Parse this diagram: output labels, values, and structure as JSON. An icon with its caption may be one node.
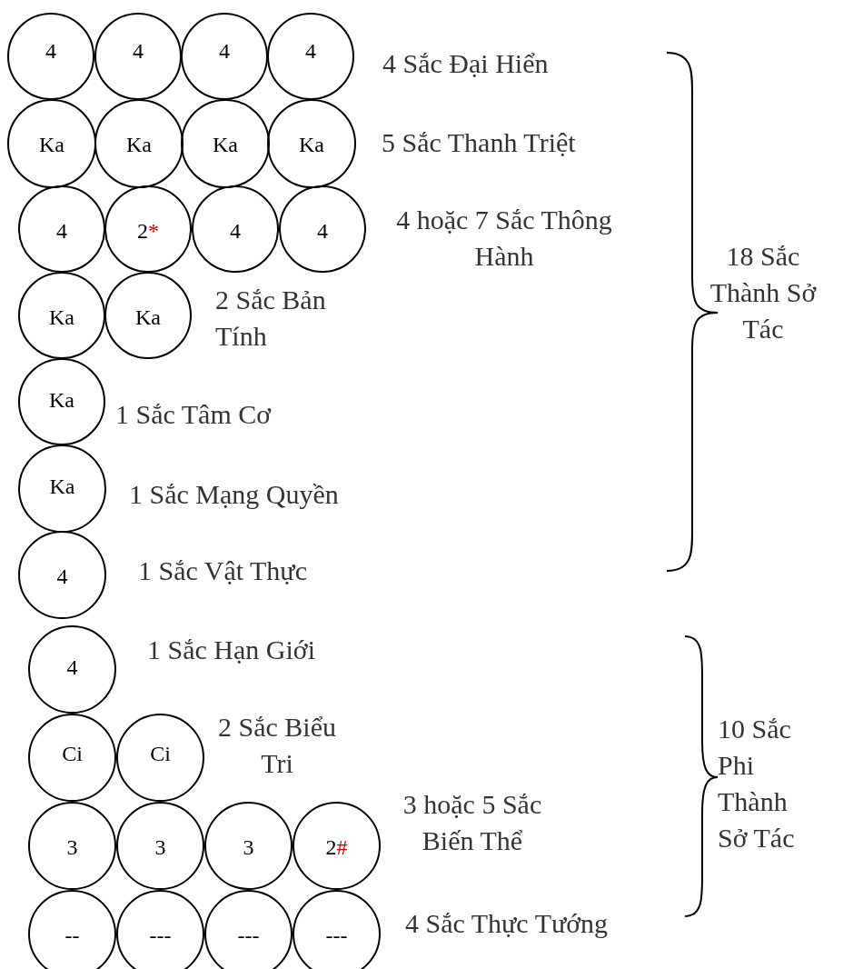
{
  "diagram": {
    "nodes": [
      {
        "text": [
          "4"
        ]
      },
      {
        "text": [
          "4"
        ]
      },
      {
        "text": [
          "4"
        ]
      },
      {
        "text": [
          "4"
        ]
      },
      {
        "text": [
          "Ka"
        ]
      },
      {
        "text": [
          "Ka"
        ]
      },
      {
        "text": [
          "Ka"
        ]
      },
      {
        "text": [
          "Ka"
        ]
      },
      {
        "text": [
          "4"
        ]
      },
      {
        "text": [
          "2*"
        ]
      },
      {
        "text": [
          "4"
        ]
      },
      {
        "text": [
          "4"
        ]
      },
      {
        "text": [
          "Ka"
        ]
      },
      {
        "text": [
          "Ka"
        ]
      },
      {
        "text": [
          "Ka"
        ]
      },
      {
        "text": [
          "Ka"
        ]
      },
      {
        "text": [
          "4"
        ]
      },
      {
        "text": [
          "4"
        ]
      },
      {
        "text": [
          "Ci"
        ]
      },
      {
        "text": [
          "Ci"
        ]
      },
      {
        "text": [
          "3"
        ]
      },
      {
        "text": [
          "3"
        ]
      },
      {
        "text": [
          "3"
        ]
      },
      {
        "text": [
          "2#"
        ]
      },
      {
        "text": [
          "--"
        ]
      },
      {
        "text": [
          "---"
        ]
      },
      {
        "text": [
          "---"
        ]
      },
      {
        "text": [
          "---"
        ]
      }
    ],
    "edges": [],
    "labels": [
      "4 Sắc Đại Hiển",
      "5 Sắc Thanh Triệt",
      "4 hoặc 7 Sắc Thông Hành",
      "18 Sắc Thành Sở Tác",
      "2 Sắc Bản Tính",
      "1 Sắc Tâm Cơ",
      "1 Sắc Mạng Quyền",
      "1 Sắc Vật Thực",
      "1 Sắc Hạn Giới",
      "2 Sắc Biểu Tri",
      "10 Sắc Phi Thành Sở Tác",
      "3 hoặc 5 Sắc Biến Thể",
      "4 Sắc Thực Tướng"
    ]
  }
}
